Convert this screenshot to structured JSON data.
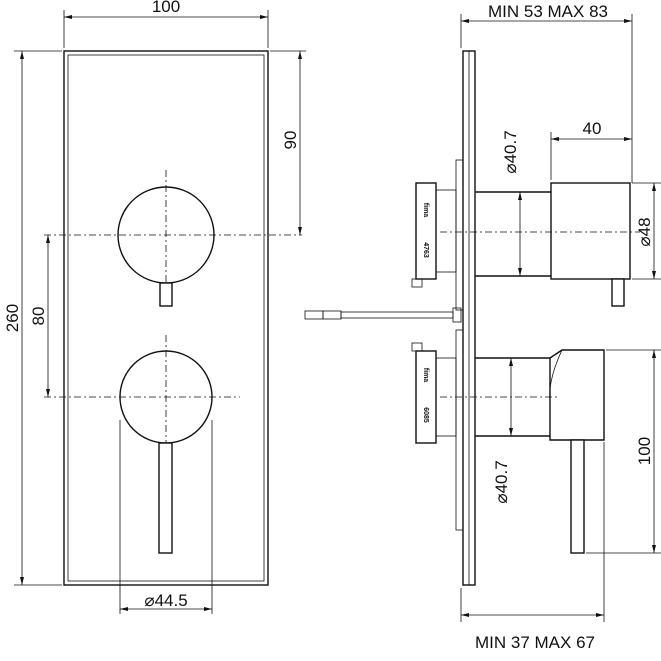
{
  "dimensions": {
    "front_width": "100",
    "front_height": "260",
    "front_upper_offset": "90",
    "front_spacing": "80",
    "front_lower_knob_diameter": "⌀44.5",
    "side_top_range": "MIN 53 MAX 83",
    "side_upper_depth": "40",
    "side_upper_cartridge_diameter": "⌀40.7",
    "side_upper_knob_diameter": "⌀48",
    "side_lower_height": "100",
    "side_lower_cartridge_diameter": "⌀40.7",
    "side_bottom_range": "MIN 37 MAX 67"
  },
  "labels": {
    "brand_upper": "fima",
    "code_upper": "4763",
    "brand_lower": "fima",
    "code_lower": "6085"
  }
}
